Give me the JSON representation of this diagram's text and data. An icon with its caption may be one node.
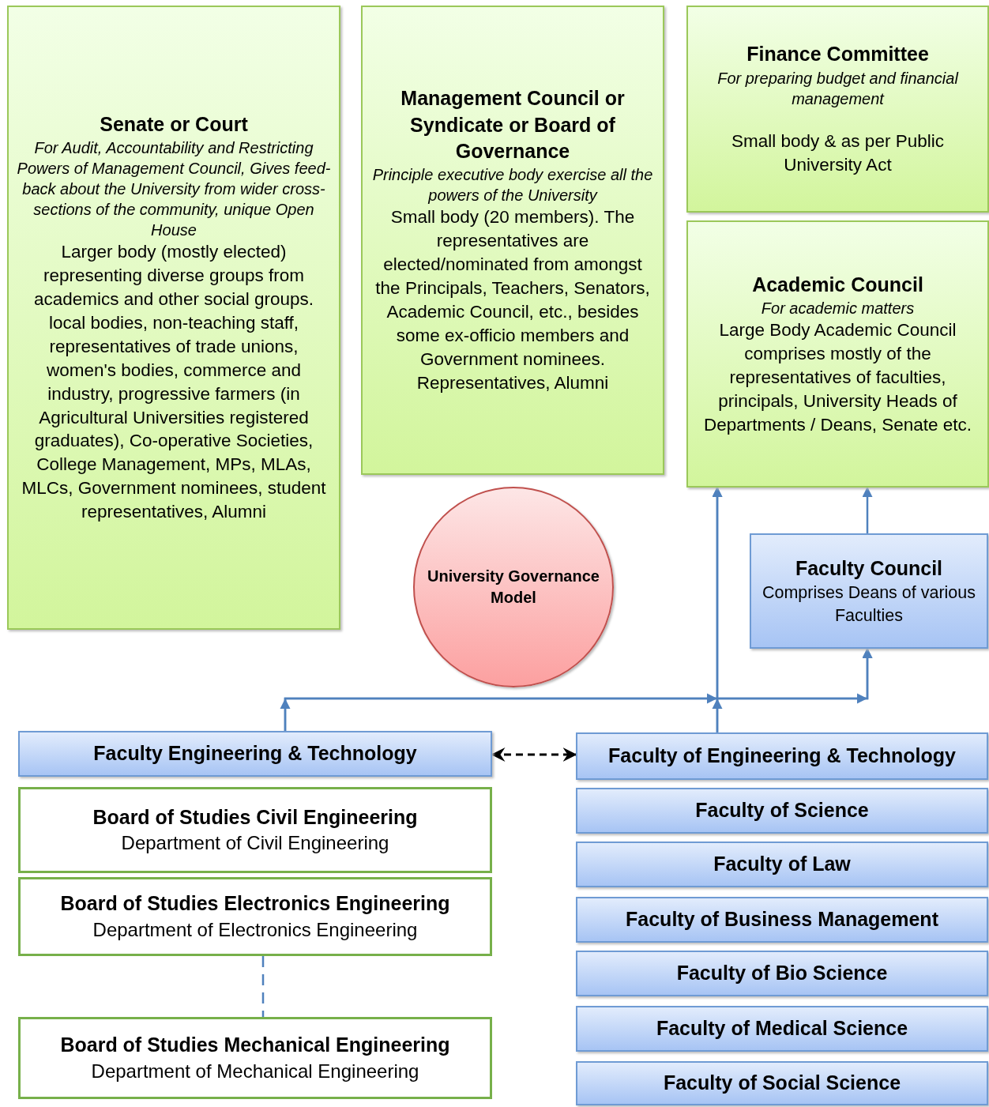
{
  "diagram": {
    "nodes": [
      {
        "text": [
          "Senate or Court",
          "For Audit, Accountability and Restricting Powers of Management Council, Gives feed-back about the University from wider cross-sections of the community, unique Open House",
          "Larger body (mostly elected) representing diverse groups from academics and other social groups. local bodies, non-teaching staff, representatives of trade unions, women's bodies, commerce and industry, progressive farmers (in Agricultural Universities registered graduates), Co-operative Societies, College Management, MPs, MLAs, MLCs, Government nominees, student representatives, Alumni"
        ]
      },
      {
        "text": [
          "Management Council or Syndicate or Board of Governance",
          "Principle executive body exercise all the powers of the University",
          "Small body (20 members). The representatives are elected/nominated from amongst the Principals, Teachers, Senators, Academic Council, etc., besides some ex-officio members and Government nominees. Representatives, Alumni"
        ]
      },
      {
        "text": [
          "Finance Committee",
          "For preparing budget and financial management",
          "Small body & as per Public University Act"
        ]
      },
      {
        "text": [
          "Academic Council",
          "For academic matters",
          "Large Body Academic Council comprises mostly of the representatives of faculties, principals, University Heads of Departments / Deans, Senate etc."
        ]
      },
      {
        "text": [
          "University Governance Model"
        ]
      },
      {
        "text": [
          "Faculty Council",
          "Comprises Deans of various Faculties"
        ]
      },
      {
        "text": [
          "Faculty Engineering & Technology"
        ]
      },
      {
        "text": [
          "Board of Studies Civil Engineering",
          "Department of Civil Engineering"
        ]
      },
      {
        "text": [
          "Board of Studies Electronics Engineering",
          "Department of Electronics Engineering"
        ]
      },
      {
        "text": [
          "Board of Studies Mechanical Engineering",
          "Department of Mechanical Engineering"
        ]
      },
      {
        "text": [
          "Faculty of Engineering & Technology"
        ]
      },
      {
        "text": [
          "Faculty of Science"
        ]
      },
      {
        "text": [
          "Faculty of Law"
        ]
      },
      {
        "text": [
          "Faculty of Business Management"
        ]
      },
      {
        "text": [
          "Faculty of Bio Science"
        ]
      },
      {
        "text": [
          "Faculty of Medical Science"
        ]
      },
      {
        "text": [
          "Faculty of Social Science"
        ]
      }
    ],
    "edges": [
      {
        "from": 6,
        "to": 3,
        "arrow": "to"
      },
      {
        "from": 6,
        "to": 5,
        "arrow": "to"
      },
      {
        "from": 10,
        "to": 3,
        "arrow": "to"
      },
      {
        "from": 10,
        "to": 5,
        "arrow": "to"
      },
      {
        "from": 5,
        "to": 3,
        "arrow": "to"
      },
      {
        "from": 6,
        "to": 10,
        "arrow": "both",
        "style": "dashed",
        "color": "#000000"
      },
      {
        "from": 8,
        "to": 9,
        "arrow": "none",
        "style": "dashed"
      }
    ]
  }
}
